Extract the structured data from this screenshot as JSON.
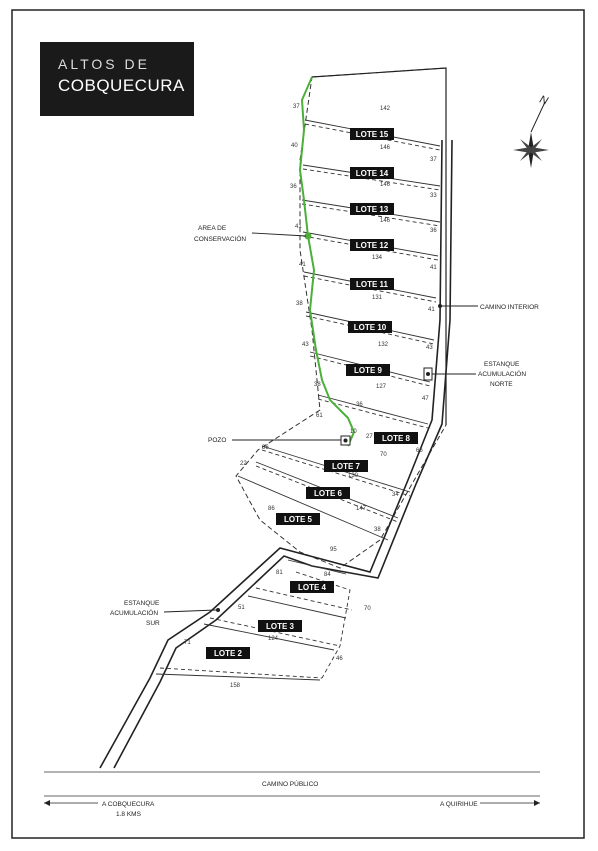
{
  "logo": {
    "line1": "ALTOS DE",
    "line2": "COBQUECURA"
  },
  "north_label": "N",
  "lots": [
    {
      "label": "LOTE 15"
    },
    {
      "label": "LOTE 14"
    },
    {
      "label": "LOTE 13"
    },
    {
      "label": "LOTE 12"
    },
    {
      "label": "LOTE 11"
    },
    {
      "label": "LOTE 10"
    },
    {
      "label": "LOTE 9"
    },
    {
      "label": "LOTE 8"
    },
    {
      "label": "LOTE 7"
    },
    {
      "label": "LOTE 6"
    },
    {
      "label": "LOTE 5"
    },
    {
      "label": "LOTE 4"
    },
    {
      "label": "LOTE 3"
    },
    {
      "label": "LOTE 2"
    }
  ],
  "annotations": {
    "conservation": [
      "AREA DE",
      "CONSERVACIÓN"
    ],
    "camino_interior": "CAMINO INTERIOR",
    "estanque_norte": [
      "ESTANQUE",
      "ACUMULACIÓN",
      "NORTE"
    ],
    "estanque_sur": [
      "ESTANQUE",
      "ACUMULACIÓN",
      "SUR"
    ],
    "pozo": "POZO"
  },
  "road": {
    "name": "CAMINO PÚBLICO",
    "left_dest": [
      "A COBQUECURA",
      "1.8 KMS"
    ],
    "right_dest": "A QUIRIHUE"
  },
  "measurements": [
    "142",
    "37",
    "146",
    "40",
    "37",
    "36",
    "146",
    "33",
    "146",
    "41",
    "36",
    "134",
    "41",
    "41",
    "131",
    "38",
    "41",
    "132",
    "43",
    "43",
    "127",
    "38",
    "47",
    "36",
    "10",
    "27",
    "70",
    "61",
    "36",
    "66",
    "22",
    "130",
    "147",
    "34",
    "86",
    "38",
    "95",
    "81",
    "84",
    "51",
    "70",
    "71",
    "124",
    "46",
    "158"
  ],
  "colors": {
    "conservation_line": "#4caf3a",
    "label_bg": "#111111",
    "logo_bg": "#1a1a1a",
    "line": "#222222"
  }
}
